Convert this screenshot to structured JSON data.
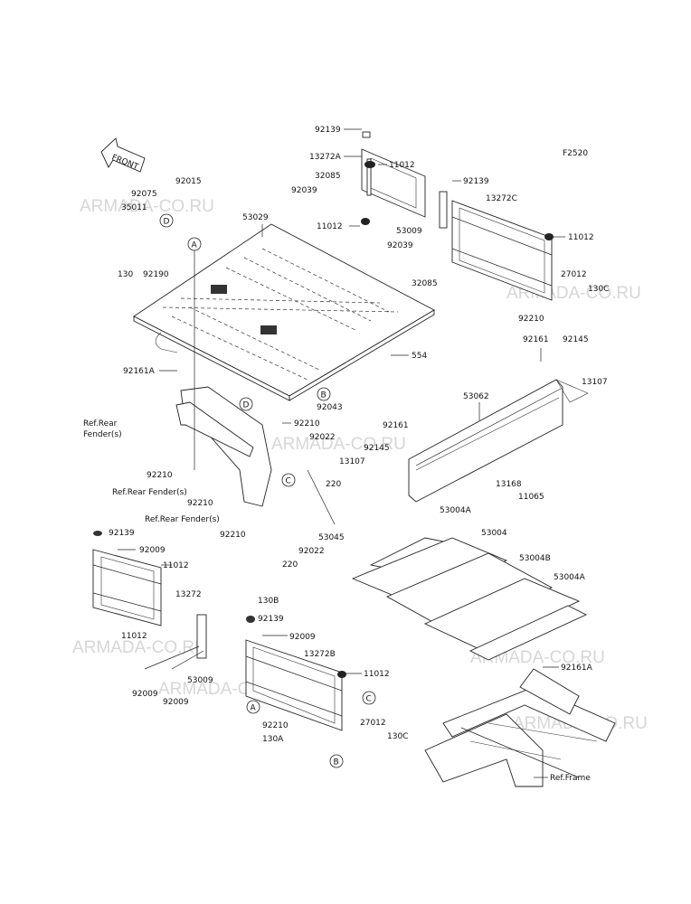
{
  "figure_code": "F2520",
  "front_label": "FRONT",
  "watermark": "ARMADA-CO.RU",
  "callouts": {
    "a": "A",
    "b": "B",
    "c": "C",
    "d": "D"
  },
  "parts": {
    "p92139_top": "92139",
    "p13272A": "13272A",
    "p11012_top": "11012",
    "p32085_top": "32085",
    "p92039_top": "92039",
    "p11012_mid": "11012",
    "p92139_right": "92139",
    "p13272C": "13272C",
    "p53009_right": "53009",
    "p92039_right": "92039",
    "p11012_right": "11012",
    "p32085_right": "32085",
    "p27012_right": "27012",
    "p130C_right": "130C",
    "p92210_right": "92210",
    "p92075": "92075",
    "p35011": "35011",
    "p92015": "92015",
    "p53029": "53029",
    "p130": "130",
    "p92190": "92190",
    "p92161A_left": "92161A",
    "p554": "554",
    "p92043": "92043",
    "p92161_right": "92161",
    "p92145_right": "92145",
    "p13107_right": "13107",
    "p53062": "53062",
    "p92210_center": "92210",
    "p92022_a": "92022",
    "p92161_mid": "92161",
    "p92145_mid": "92145",
    "p13107_mid": "13107",
    "p220_a": "220",
    "p13168": "13168",
    "p11065": "11065",
    "p92210_left": "92210",
    "p92210_left2": "92210",
    "p92210_left3": "92210",
    "p53045": "53045",
    "p92022_b": "92022",
    "p220_b": "220",
    "p53004A_a": "53004A",
    "p53004": "53004",
    "p53004B": "53004B",
    "p53004A_b": "53004A",
    "p92139_bl": "92139",
    "p92009_bl": "92009",
    "p11012_bl": "11012",
    "p13272": "13272",
    "p11012_bl2": "11012",
    "p130B": "130B",
    "p92139_bm": "92139",
    "p92009_bm": "92009",
    "p13272B": "13272B",
    "p11012_bm": "11012",
    "p92009_bl2": "92009",
    "p53009_bl": "53009",
    "p92009_bl3": "92009",
    "p92210_bm": "92210",
    "p130A": "130A",
    "p27012_bm": "27012",
    "p130C_bm": "130C",
    "p92161A_right": "92161A"
  },
  "refs": {
    "rear_fender_s": "Ref.Rear\nFender(s)",
    "rear_fender_1": "Ref.Rear Fender(s)",
    "rear_fender_2": "Ref.Rear Fender(s)",
    "frame": "Ref.Frame"
  }
}
